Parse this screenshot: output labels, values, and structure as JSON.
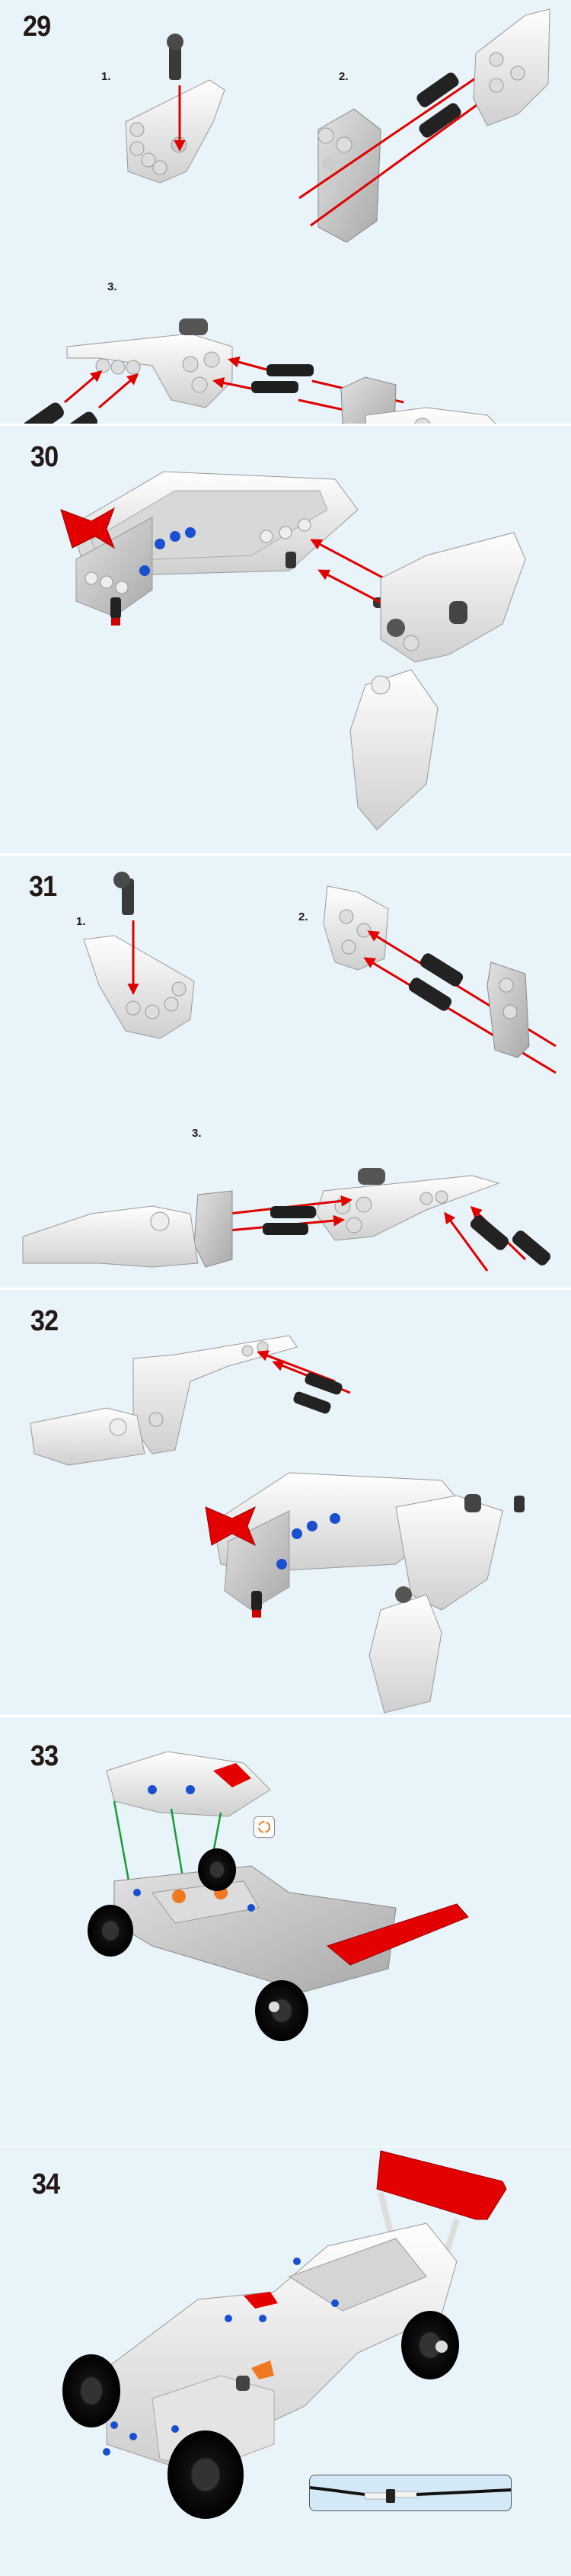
{
  "steps": [
    {
      "number": "29",
      "substeps": [
        "1.",
        "2.",
        "3."
      ]
    },
    {
      "number": "30"
    },
    {
      "number": "31",
      "substeps": [
        "1.",
        "2.",
        "3."
      ]
    },
    {
      "number": "32"
    },
    {
      "number": "33",
      "icon": "rotate-view-icon"
    },
    {
      "number": "34",
      "inset": "cable-connection-callout"
    }
  ],
  "colors": {
    "background": "#e8f3fa",
    "arrow": "#e00000",
    "guide_line": "#1a9a3a",
    "accent_part": "#e30000",
    "pin_blue": "#1a4fd0",
    "orange_part": "#f07820"
  }
}
